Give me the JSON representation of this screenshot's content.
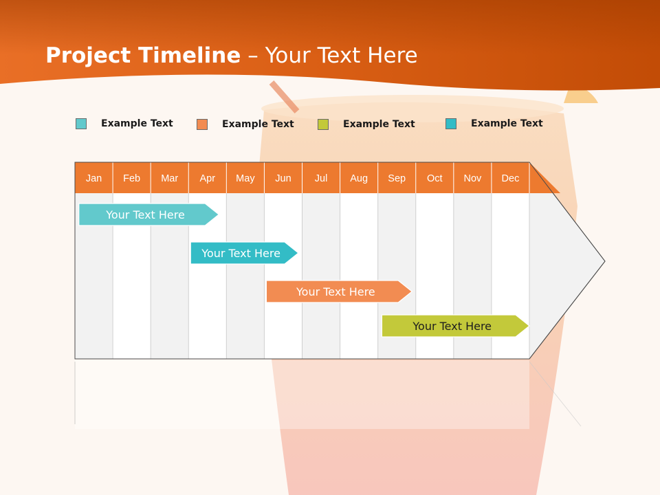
{
  "title": {
    "bold": "Project Timeline",
    "rest": " – Your Text Here"
  },
  "colors": {
    "teal": "#62c9cc",
    "orange": "#f28c52",
    "olive": "#c3c93a",
    "cyan": "#33bcc6",
    "header_orange": "#ed7a2f",
    "title_band": "#e9701f"
  },
  "legend": [
    {
      "label": "Example Text",
      "color": "#62c9cc"
    },
    {
      "label": "Example Text",
      "color": "#f28c52"
    },
    {
      "label": "Example Text",
      "color": "#c3c93a"
    },
    {
      "label": "Example Text",
      "color": "#33bcc6"
    }
  ],
  "months": [
    "Jan",
    "Feb",
    "Mar",
    "Apr",
    "May",
    "Jun",
    "Jul",
    "Aug",
    "Sep",
    "Oct",
    "Nov",
    "Dec"
  ],
  "tasks": [
    {
      "label": "Your  Text Here",
      "start": 0.05,
      "end": 3.8,
      "color": "#62c9cc"
    },
    {
      "label": "Your  Text Here",
      "start": 3.0,
      "end": 5.9,
      "color": "#33bcc6"
    },
    {
      "label": "Your  Text Here",
      "start": 5.0,
      "end": 8.9,
      "color": "#f28c52"
    },
    {
      "label": "Your  Text Here",
      "start": 8.05,
      "end": 12.0,
      "color": "#c3c93a",
      "dark_text": true
    }
  ]
}
